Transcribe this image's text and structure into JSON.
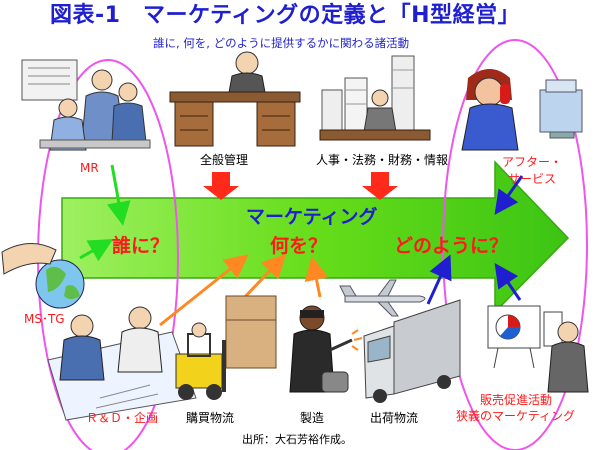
{
  "title": "図表-1　マーケティングの定義と「H型経営」",
  "subtitle": "誰に, 何を, どのように提供するかに関わる諸活動",
  "main_arrow_label": "マーケティング",
  "questions": {
    "who": "誰に？",
    "what": "何を？",
    "how": "どのように？"
  },
  "top_labels": {
    "general_management": "全般管理",
    "support": "人事・法務・財務・情報"
  },
  "left_labels": {
    "mr": "MR",
    "ms_tg": "MS･TG",
    "rnd": "Ｒ＆Ｄ・企画"
  },
  "bottom_labels": {
    "purchasing": "購買物流",
    "manufacturing": "製造",
    "shipping": "出荷物流"
  },
  "right_labels": {
    "after_service_line1": "アフター・",
    "after_service_line2": "サービス",
    "promo_line1": "販売促進活動",
    "promo_line2": "狭義のマーケティング"
  },
  "source": "出所：大石芳裕作成。",
  "colors": {
    "title": "#1f1fd0",
    "arrow_fill": "#66dd1a",
    "highlight_red": "#ff1a1a",
    "oval_pink": "#ee55ee",
    "pointer_green": "#22dd22",
    "pointer_orange": "#ff8822",
    "pointer_blue": "#1f1fd0"
  },
  "icons": [
    "office-workers-icon",
    "executive-desk-icon",
    "paperwork-stacks-icon",
    "phone-operator-icon",
    "globe-hand-icon",
    "meeting-icon",
    "forklift-icon",
    "welder-icon",
    "airplane-icon",
    "truck-icon",
    "presenter-icon"
  ]
}
